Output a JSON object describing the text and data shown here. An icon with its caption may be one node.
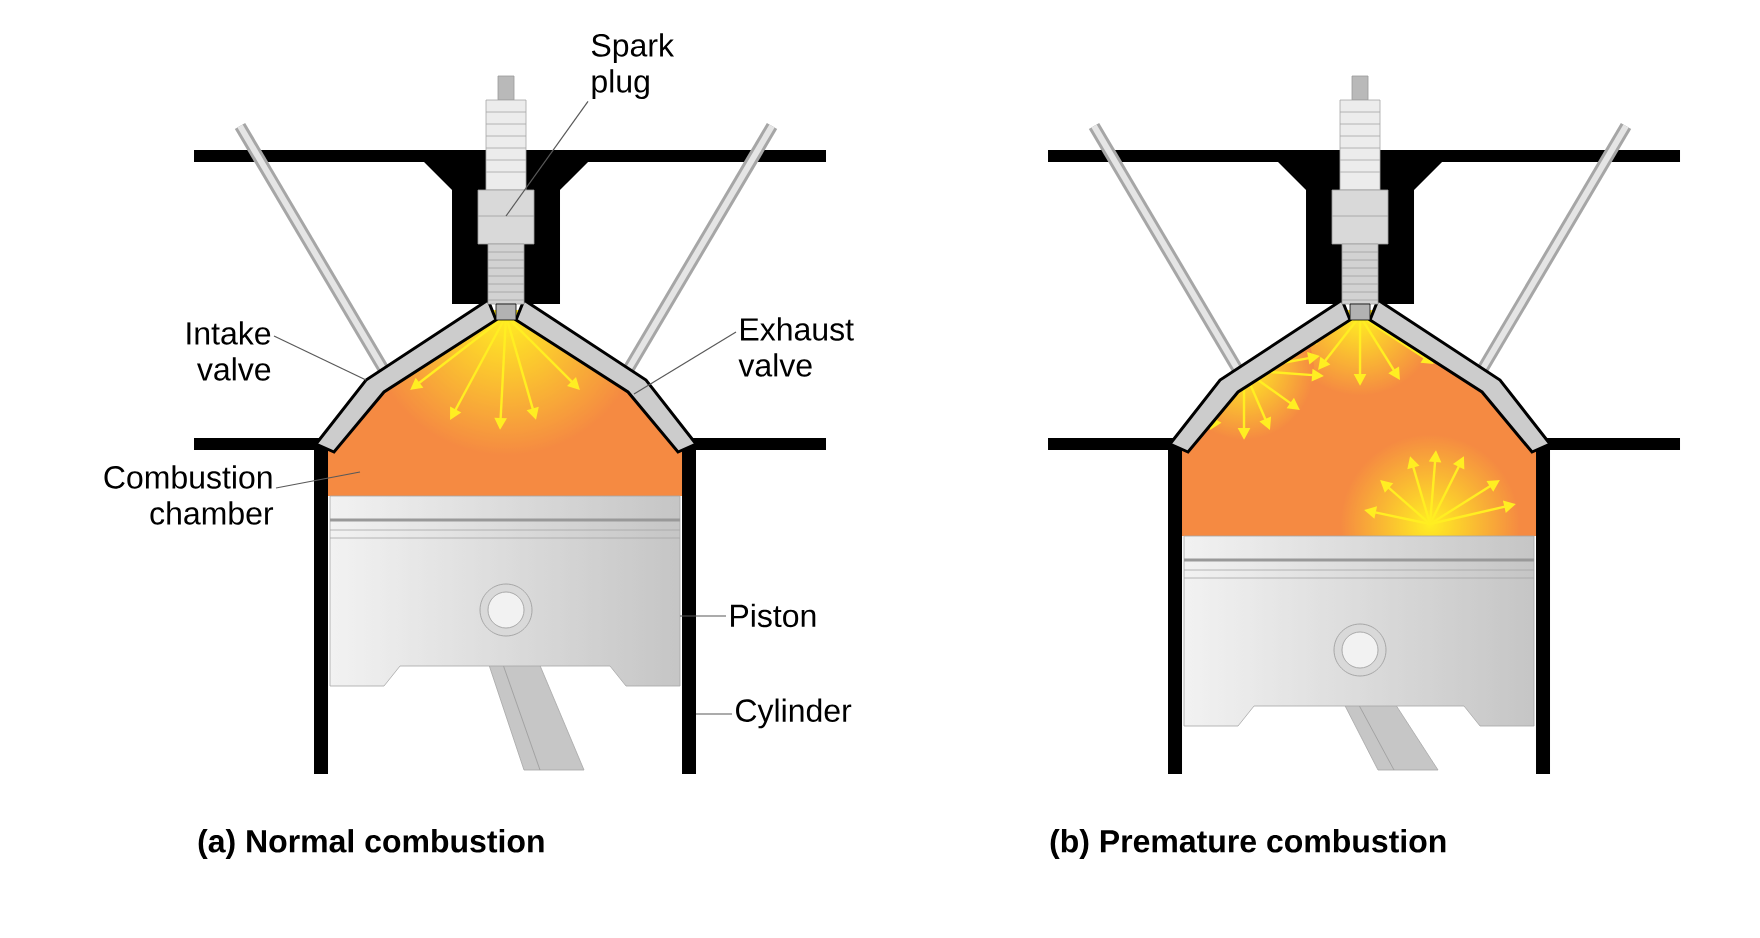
{
  "diagram": {
    "nodes": [
      {
        "text": [
          "Spark plug"
        ]
      },
      {
        "text": [
          "Intake valve"
        ]
      },
      {
        "text": [
          "Exhaust valve"
        ]
      },
      {
        "text": [
          "Combustion chamber"
        ]
      },
      {
        "text": [
          "Piston"
        ]
      },
      {
        "text": [
          "Cylinder"
        ]
      }
    ],
    "edges": [
      {
        "from": 0,
        "to": null,
        "arrow": "none"
      },
      {
        "from": 1,
        "to": null,
        "arrow": "none"
      },
      {
        "from": 2,
        "to": null,
        "arrow": "none"
      },
      {
        "from": 3,
        "to": null,
        "arrow": "none"
      },
      {
        "from": 4,
        "to": null,
        "arrow": "none"
      },
      {
        "from": 5,
        "to": null,
        "arrow": "none"
      }
    ],
    "labels": [
      "(a) Normal combustion",
      "(b) Premature combustion"
    ]
  }
}
